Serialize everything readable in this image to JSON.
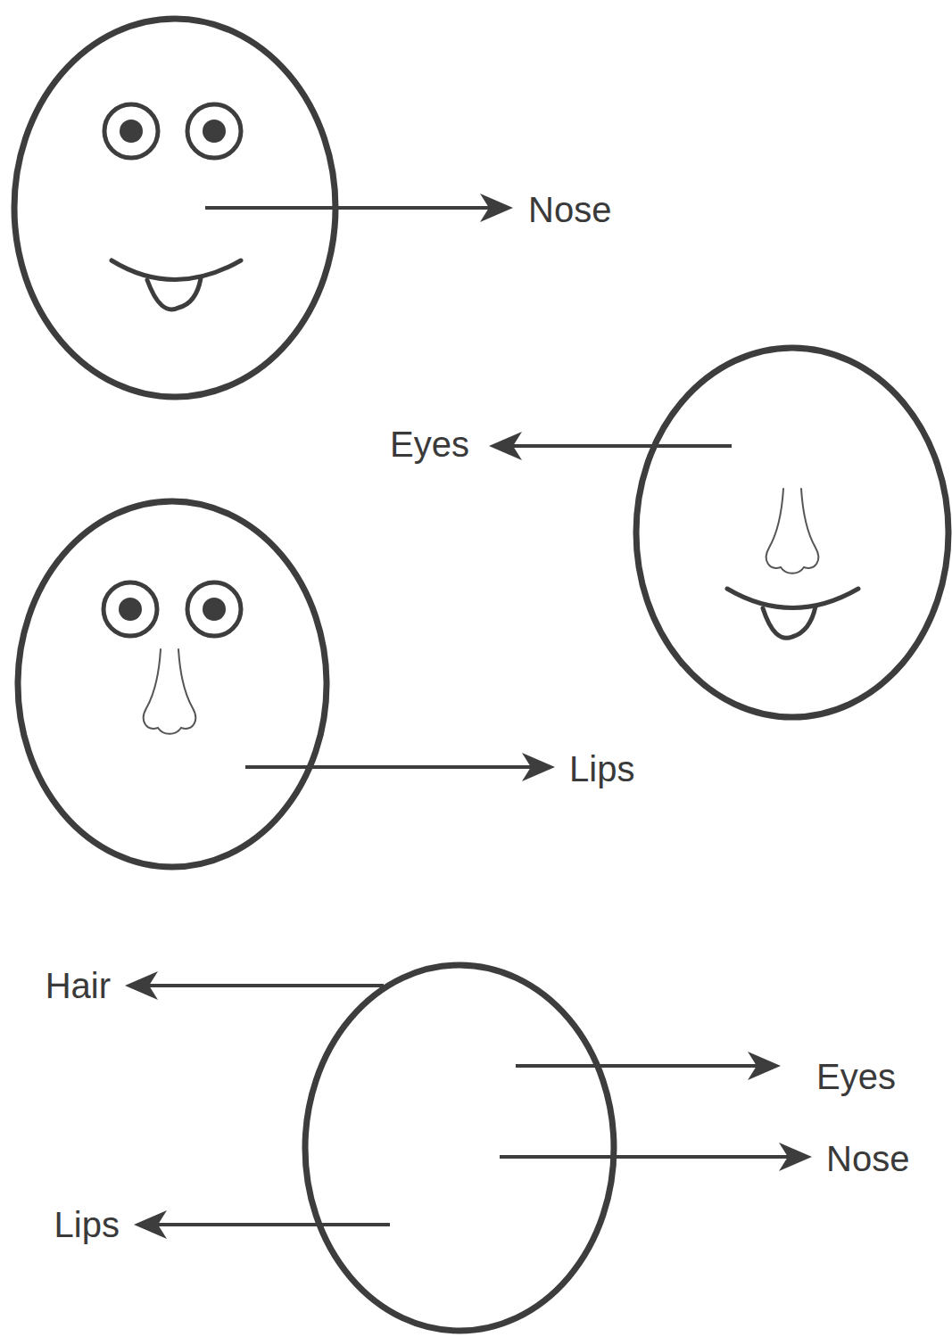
{
  "diagram": {
    "labels": [
      "Nose",
      "Eyes",
      "Lips",
      "Hair",
      "Eyes",
      "Nose",
      "Lips"
    ]
  }
}
